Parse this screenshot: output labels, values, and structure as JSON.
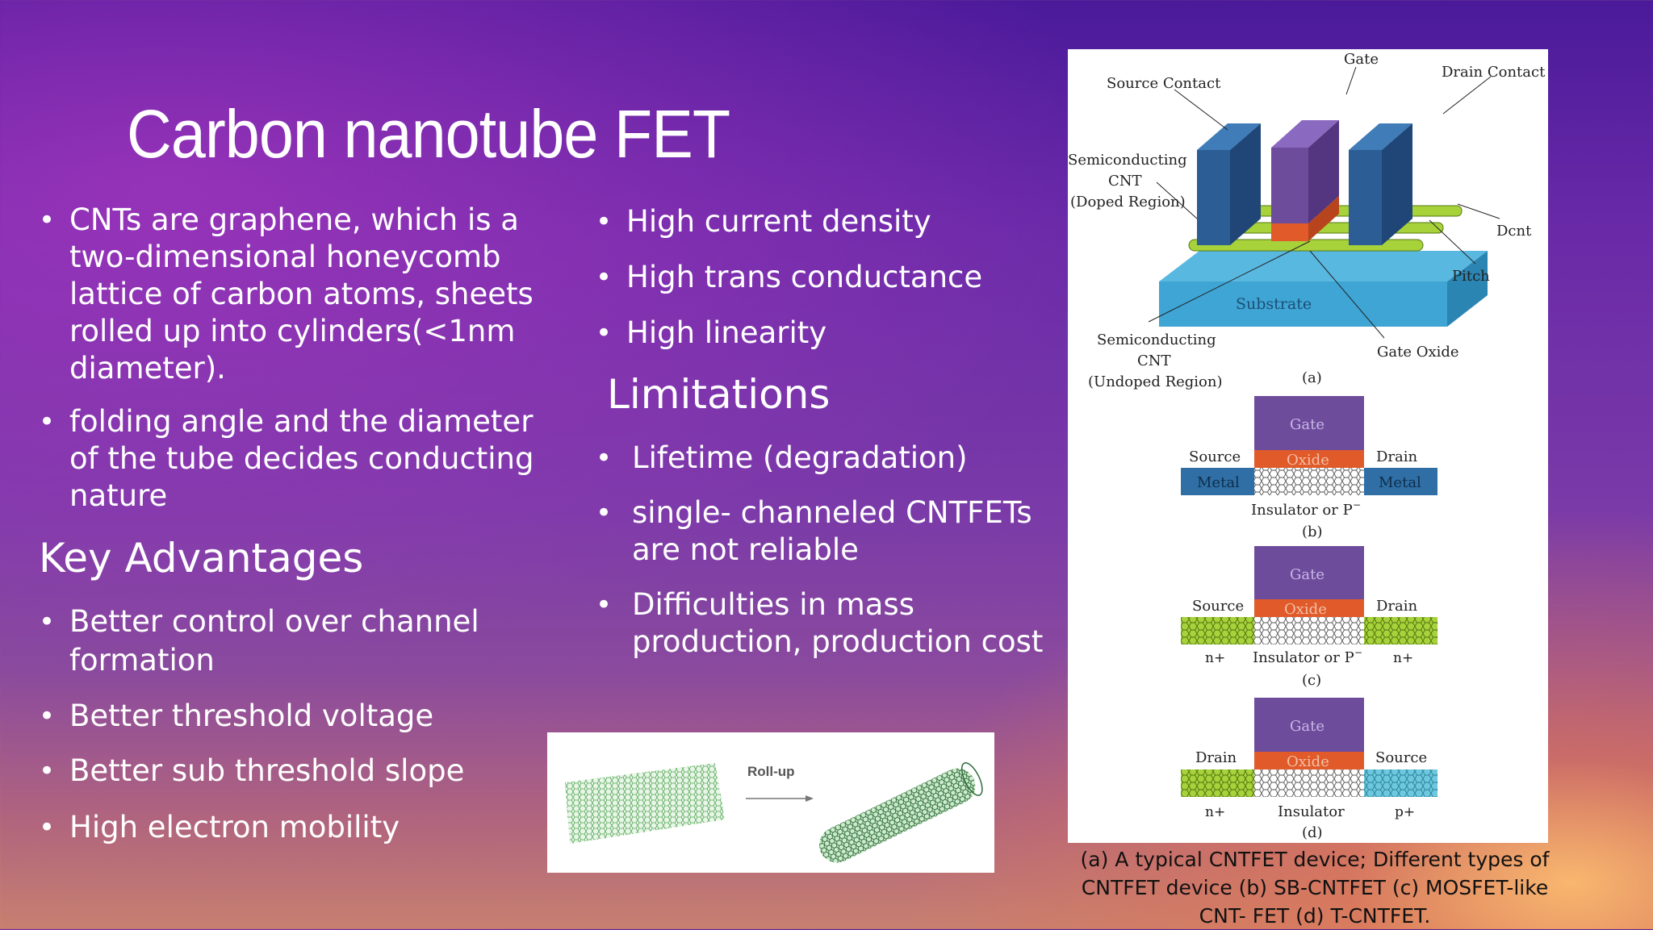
{
  "slide": {
    "title": "Carbon nanotube FET",
    "left_bullets": [
      "CNTs are graphene, which is a two-dimensional honeycomb lattice of carbon atoms, sheets rolled up into cylinders(<1nm diameter).",
      " folding angle and the diameter of the tube decides conducting nature"
    ],
    "advantages_heading": "Key Advantages",
    "advantages": [
      "Better control over channel formation",
      "Better threshold voltage",
      "Better sub threshold slope",
      "High electron mobility"
    ],
    "middle_bullets": [
      "High current density",
      "High trans conductance",
      "High linearity"
    ],
    "limitations_heading": "Limitations",
    "limitations": [
      "Lifetime (degradation)",
      "single- channeled CNTFETs are not reliable",
      "Difficulties in mass production, production cost"
    ],
    "figure_caption": "(a) A typical CNTFET device; Different types of CNTFET device (b) SB-CNTFET (c) MOSFET-like CNT- FET (d) T-CNTFET."
  },
  "figure_labels": {
    "gate": "Gate",
    "source_contact": "Source Contact",
    "drain_contact": "Drain Contact",
    "doped_1": "Semiconducting",
    "doped_2": "CNT",
    "doped_3": "(Doped Region)",
    "dcnt": "Dcnt",
    "pitch": "Pitch",
    "substrate": "Substrate",
    "undoped_1": "Semiconducting",
    "undoped_2": "CNT",
    "undoped_3": "(Undoped Region)",
    "gate_oxide": "Gate Oxide",
    "a": "(a)",
    "b": "(b)",
    "c": "(c)",
    "d": "(d)",
    "oxide": "Oxide",
    "source": "Source",
    "drain": "Drain",
    "metal": "Metal",
    "insulator_or_p": "Insulator or P",
    "insulator": "Insulator",
    "n_plus": "n+",
    "p_plus": "p+"
  },
  "rollup_label": "Roll-up",
  "colors": {
    "gate_purple": "#6d4c9b",
    "contact_blue": "#2c5d95",
    "substrate_blue": "#3ea5d4",
    "oxide_orange": "#e05a2a",
    "cnt_green": "#a7d23a",
    "source_cyan": "#6cc8de"
  }
}
